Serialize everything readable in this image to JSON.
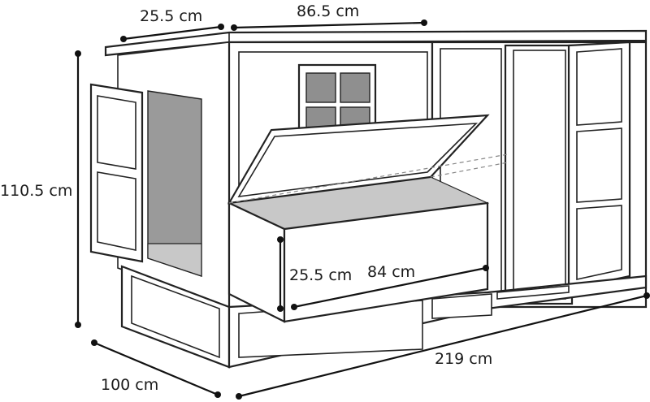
{
  "dimensions": {
    "roof_depth": "25.5 cm",
    "roof_width": "86.5 cm",
    "height": "110.5 cm",
    "depth": "100 cm",
    "length": "219 cm",
    "nest_height": "25.5 cm",
    "nest_width": "84 cm"
  }
}
